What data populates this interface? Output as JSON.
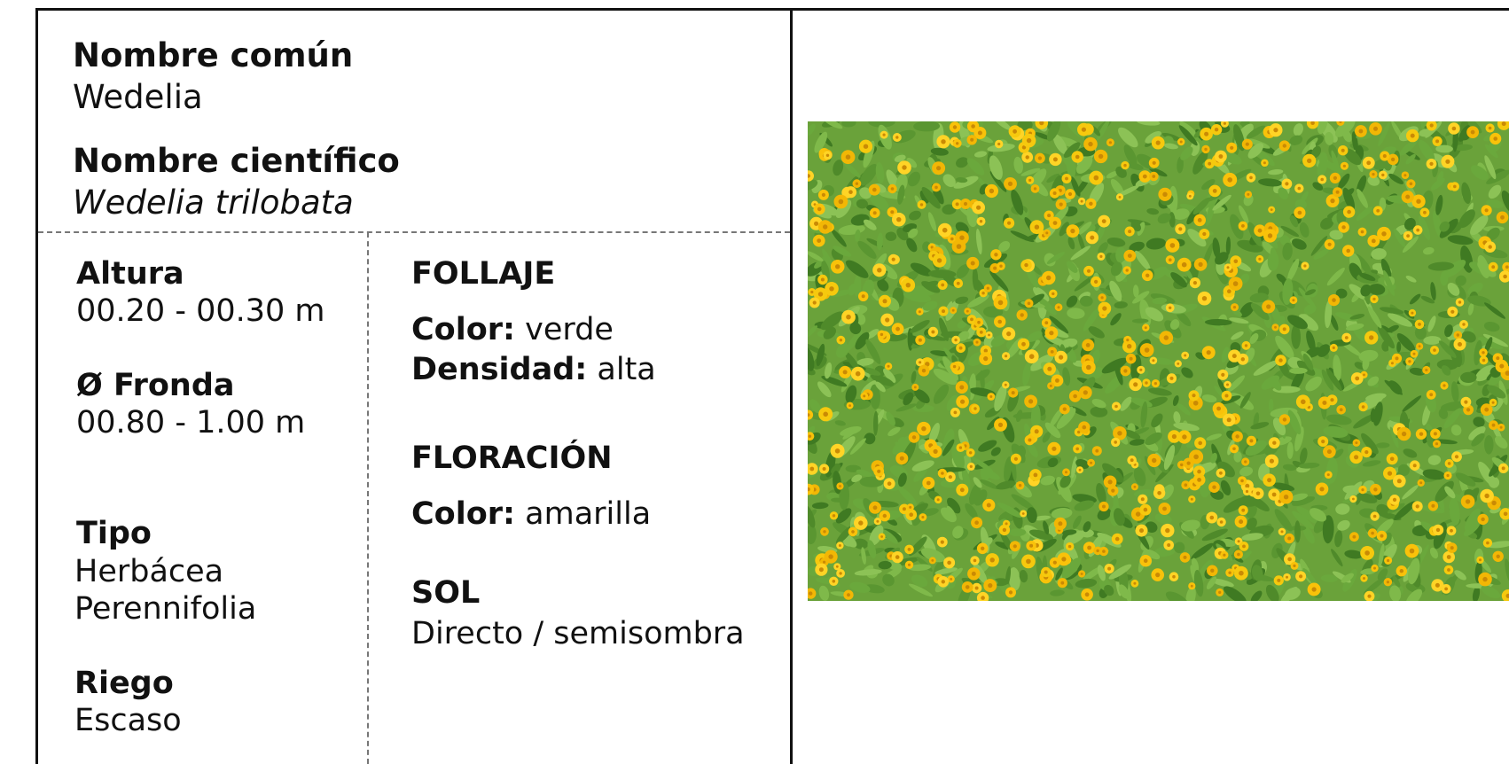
{
  "identity": {
    "common_name_label": "Nombre común",
    "common_name": "Wedelia",
    "scientific_name_label": "Nombre científico",
    "scientific_name": "Wedelia trilobata"
  },
  "measures": {
    "height_label": "Altura",
    "height_value": "00.20 - 00.30 m",
    "crown_label": "Ø Fronda",
    "crown_value": "00.80 - 1.00 m",
    "type_label": "Tipo",
    "type_line1": "Herbácea",
    "type_line2": "Perennifolia",
    "irrigation_label": "Riego",
    "irrigation_value": "Escaso"
  },
  "foliage": {
    "heading": "FOLLAJE",
    "color_label": "Color:",
    "color_value": "verde",
    "density_label": "Densidad:",
    "density_value": "alta"
  },
  "flowering": {
    "heading": "FLORACIÓN",
    "color_label": "Color:",
    "color_value": "amarilla"
  },
  "sun": {
    "heading": "SOL",
    "value": "Directo / semisombra"
  },
  "photo": {
    "subject": "wedelia-groundcover-photo",
    "leaf_color": "#5e9a35",
    "flower_color": "#f6c90e"
  }
}
